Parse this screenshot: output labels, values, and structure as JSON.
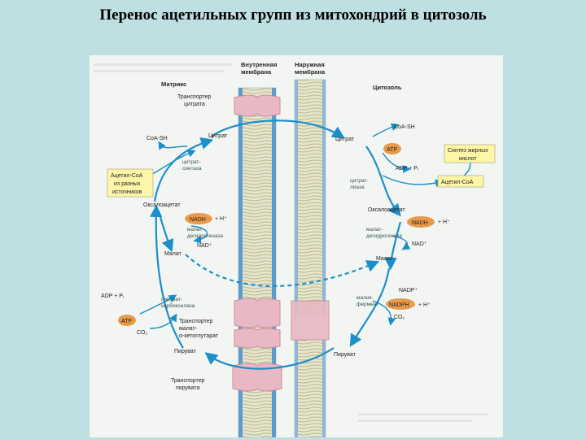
{
  "title": "Перенос ацетильных групп из митохондрий в цитозоль",
  "colors": {
    "background": "#bfe0e3",
    "arrow": "#1a8fc9",
    "membrane_fill": "#f0d8d2",
    "transporter": "#e8b8c4",
    "cofactor_orange": "#e89a4a",
    "highlight_box": "#fdf6a8"
  },
  "figure": {
    "header_inner_membrane": [
      "Внутренняя",
      "мембрана"
    ],
    "header_outer_membrane": [
      "Наружная",
      "мембрана"
    ],
    "matrix_label": "Матрикс",
    "cytosol_label": "Цитозоль",
    "left": {
      "citrate_transporter": [
        "Транспортер",
        "цитрата"
      ],
      "coa_sh": "CoA-SH",
      "citrate": "Цитрат",
      "citrate_synthase": [
        "цитрат-",
        "синтаза"
      ],
      "acetyl_coa_box": [
        "Ацетил-CoA",
        "из разных",
        "источников"
      ],
      "oxaloacetate": "Оксалоацетат",
      "nadh": "NADH",
      "h_plus": "+ H⁺",
      "malate_dh": [
        "малат-",
        "дегидрогеназа"
      ],
      "nad_plus": "NAD⁺",
      "malate": "Малат",
      "adp_pi": "ADP + Pᵢ",
      "pyruvate_carboxylase": [
        "пируват-",
        "карбоксилаза"
      ],
      "atp": "ATP",
      "co2": "CO₂",
      "malate_akg_transporter": [
        "Транспортер",
        "малат-",
        "α-кетоглутарат"
      ],
      "pyruvate": "Пируват",
      "pyruvate_transporter": [
        "Транспортер",
        "пирувата"
      ]
    },
    "right": {
      "citrate": "Цитрат",
      "coa_sh": "CoA-SH",
      "atp": "ATP",
      "fatty_acid_box": [
        "Синтез жирных",
        "кислот"
      ],
      "adp_pi": "ADP + Pᵢ",
      "citrate_lyase": [
        "цитрат-",
        "лиаза"
      ],
      "acetyl_coa_box": "Ацетил-CoA",
      "oxaloacetate": "Оксалоацетат",
      "nadh": "NADH",
      "h_plus": "+ H⁺",
      "malate_dh": [
        "малат-",
        "дегидрогеназа"
      ],
      "nad_plus": "NAD⁺",
      "malate": "Малат",
      "nadp_plus": "NADP⁺",
      "malic_enzyme": [
        "малик-",
        "фермент"
      ],
      "nadph": "NADPH",
      "co2": "CO₂",
      "pyruvate": "Пируват"
    }
  }
}
